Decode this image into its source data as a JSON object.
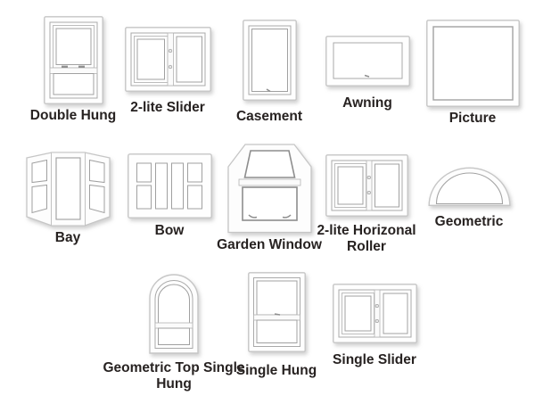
{
  "diagram": {
    "background": "#ffffff",
    "label_color": "#272221",
    "frame_border_color": "#c6c6c6",
    "glass_line_color": "#a0a0a0"
  },
  "items": [
    {
      "label": "Double Hung",
      "icon": "double-hung-window-icon"
    },
    {
      "label": "2-lite Slider",
      "icon": "two-lite-slider-window-icon"
    },
    {
      "label": "Casement",
      "icon": "casement-window-icon"
    },
    {
      "label": "Awning",
      "icon": "awning-window-icon"
    },
    {
      "label": "Picture",
      "icon": "picture-window-icon"
    },
    {
      "label": "Bay",
      "icon": "bay-window-icon"
    },
    {
      "label": "Bow",
      "icon": "bow-window-icon"
    },
    {
      "label": "Garden Window",
      "icon": "garden-window-icon"
    },
    {
      "label": "2-lite Horizonal Roller",
      "icon": "two-lite-horizontal-roller-window-icon"
    },
    {
      "label": "Geometric",
      "icon": "geometric-window-icon"
    },
    {
      "label": "Geometric Top Single Hung",
      "icon": "geometric-top-single-hung-window-icon"
    },
    {
      "label": "Single Hung",
      "icon": "single-hung-window-icon"
    },
    {
      "label": "Single Slider",
      "icon": "single-slider-window-icon"
    }
  ]
}
